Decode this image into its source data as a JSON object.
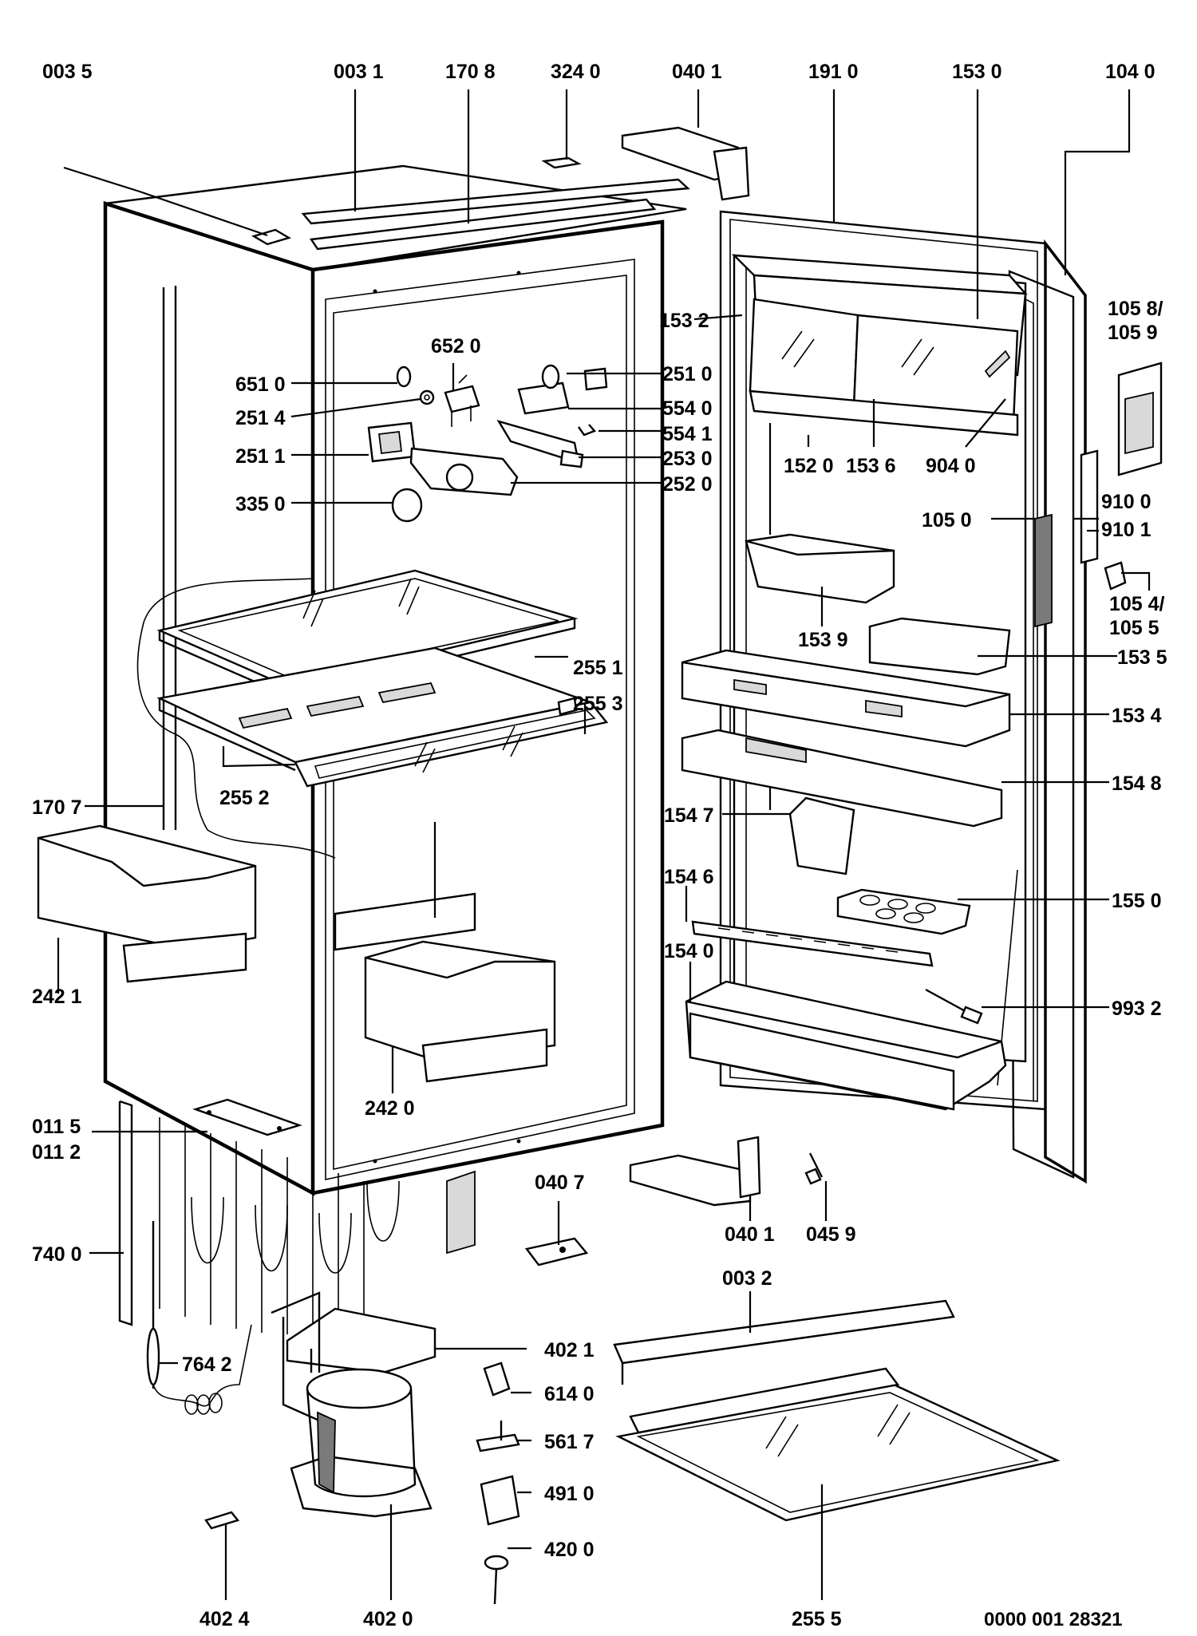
{
  "labels": {
    "l0035": "003 5",
    "l0031": "003 1",
    "l1708": "170 8",
    "l3240": "324 0",
    "l0401a": "040 1",
    "l1910": "191 0",
    "l1530": "153 0",
    "l1040": "104 0",
    "l1532": "153 2",
    "l1058": "105 8/",
    "l1059": "105 9",
    "l6520": "652 0",
    "l6510": "651 0",
    "l2510": "251 0",
    "l2514": "251 4",
    "l5540": "554 0",
    "l5541": "554 1",
    "l2511": "251 1",
    "l2530": "253 0",
    "l2520": "252 0",
    "l1520": "152 0",
    "l1536": "153 6",
    "l9040": "904 0",
    "l3350": "335 0",
    "l9100": "910 0",
    "l1050": "105 0",
    "l9101": "910 1",
    "l1054": "105 4/",
    "l1055": "105 5",
    "l1539": "153 9",
    "l1535": "153 5",
    "l2551": "255 1",
    "l2553": "255 3",
    "l1534": "153 4",
    "l1548": "154 8",
    "l2552": "255 2",
    "l1707": "170 7",
    "l1547": "154 7",
    "l1546": "154 6",
    "l1550": "155 0",
    "l1540": "154 0",
    "l2421": "242 1",
    "l9932": "993 2",
    "l2420": "242 0",
    "l0115": "011 5",
    "l0112": "011 2",
    "l0407": "040 7",
    "l0401b": "040 1",
    "l0459": "045 9",
    "l7400": "740 0",
    "l0032": "003 2",
    "l4021": "402 1",
    "l7642": "764 2",
    "l6140": "614 0",
    "l5617": "561 7",
    "l4910": "491 0",
    "l4200": "420 0",
    "l4024": "402 4",
    "l4020": "402 0",
    "l2555": "255 5",
    "docno": "0000 001 28321"
  }
}
